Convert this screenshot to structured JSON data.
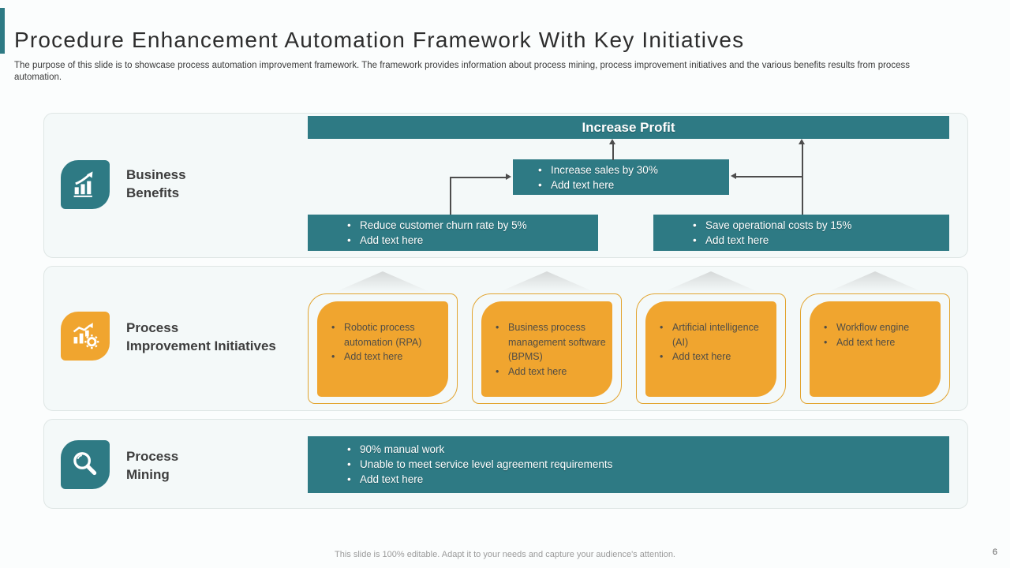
{
  "slide": {
    "title": "Procedure Enhancement Automation Framework With Key Initiatives",
    "subtitle": "The purpose of this slide is to showcase process automation improvement framework. The framework provides information about process mining, process improvement initiatives and the various benefits results from process automation.",
    "footer_note": "This slide is 100% editable. Adapt it to your needs and capture your audience's attention.",
    "page_number": "6"
  },
  "colors": {
    "teal": "#2E7A84",
    "orange": "#F0A52F"
  },
  "business_benefits": {
    "label_line1": "Business",
    "label_line2": "Benefits",
    "icon": "growth-bar-chart-icon",
    "profit_label": "Increase Profit",
    "sales_box": [
      "Increase sales by 30%",
      "Add text here"
    ],
    "churn_box": [
      "Reduce customer churn rate by 5%",
      "Add text here"
    ],
    "costs_box": [
      "Save operational costs by 15%",
      "Add text here"
    ]
  },
  "process_improvement": {
    "label_line1": "Process",
    "label_line2": "Improvement Initiatives",
    "icon": "chart-gear-icon",
    "cards": [
      {
        "items": [
          "Robotic process automation (RPA)",
          "Add text here"
        ]
      },
      {
        "items": [
          "Business process management software (BPMS)",
          "Add text here"
        ]
      },
      {
        "items": [
          "Artificial intelligence (AI)",
          "Add text here"
        ]
      },
      {
        "items": [
          "Workflow engine",
          "Add text here"
        ]
      }
    ]
  },
  "process_mining": {
    "label_line1": "Process",
    "label_line2": "Mining",
    "icon": "magnifier-icon",
    "items": [
      "90% manual work",
      "Unable to meet service level agreement requirements",
      "Add text here"
    ]
  }
}
